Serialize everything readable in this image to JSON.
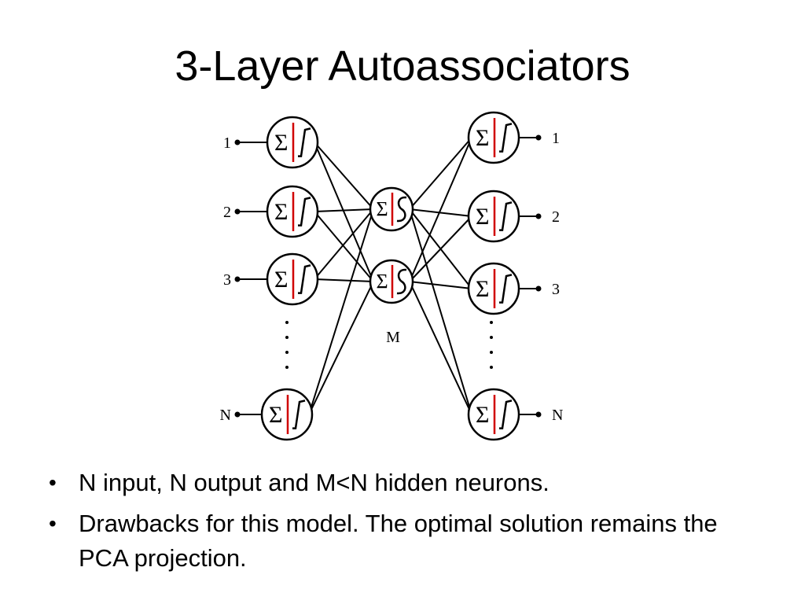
{
  "slide": {
    "title": "3-Layer Autoassociators"
  },
  "diagram": {
    "input_labels": [
      "1",
      "2",
      "3",
      "N"
    ],
    "output_labels": [
      "1",
      "2",
      "3",
      "N"
    ],
    "hidden_label": "M",
    "sum_glyph": "Σ",
    "ellipsis_dots": ":",
    "accent_color": "#d00000"
  },
  "bullets": [
    {
      "text": "N input, N output and M<N hidden neurons."
    },
    {
      "text": "Drawbacks for this model. The optimal solution remains the PCA projection."
    }
  ],
  "bullet_glyph": "•"
}
